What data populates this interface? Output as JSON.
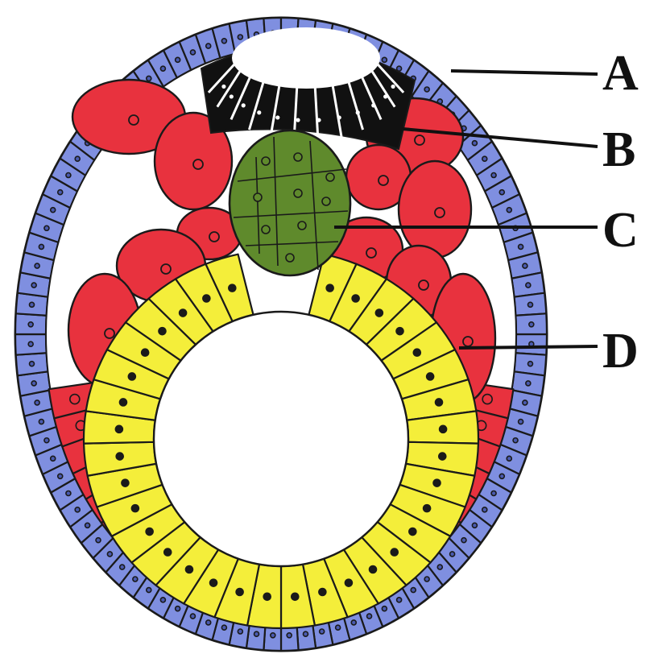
{
  "labels": {
    "a": "A",
    "b": "B",
    "c": "C",
    "d": "D"
  },
  "colors": {
    "outer_layer": "#7f8fe0",
    "outer_layer_dark": "#4a5ab0",
    "middle_layer": "#e8323e",
    "inner_layer": "#f4ee3a",
    "inner_cell_mass": "#5f8a2c",
    "black_cap": "#111111",
    "outline": "#1a1a1a",
    "background": "#ffffff"
  }
}
